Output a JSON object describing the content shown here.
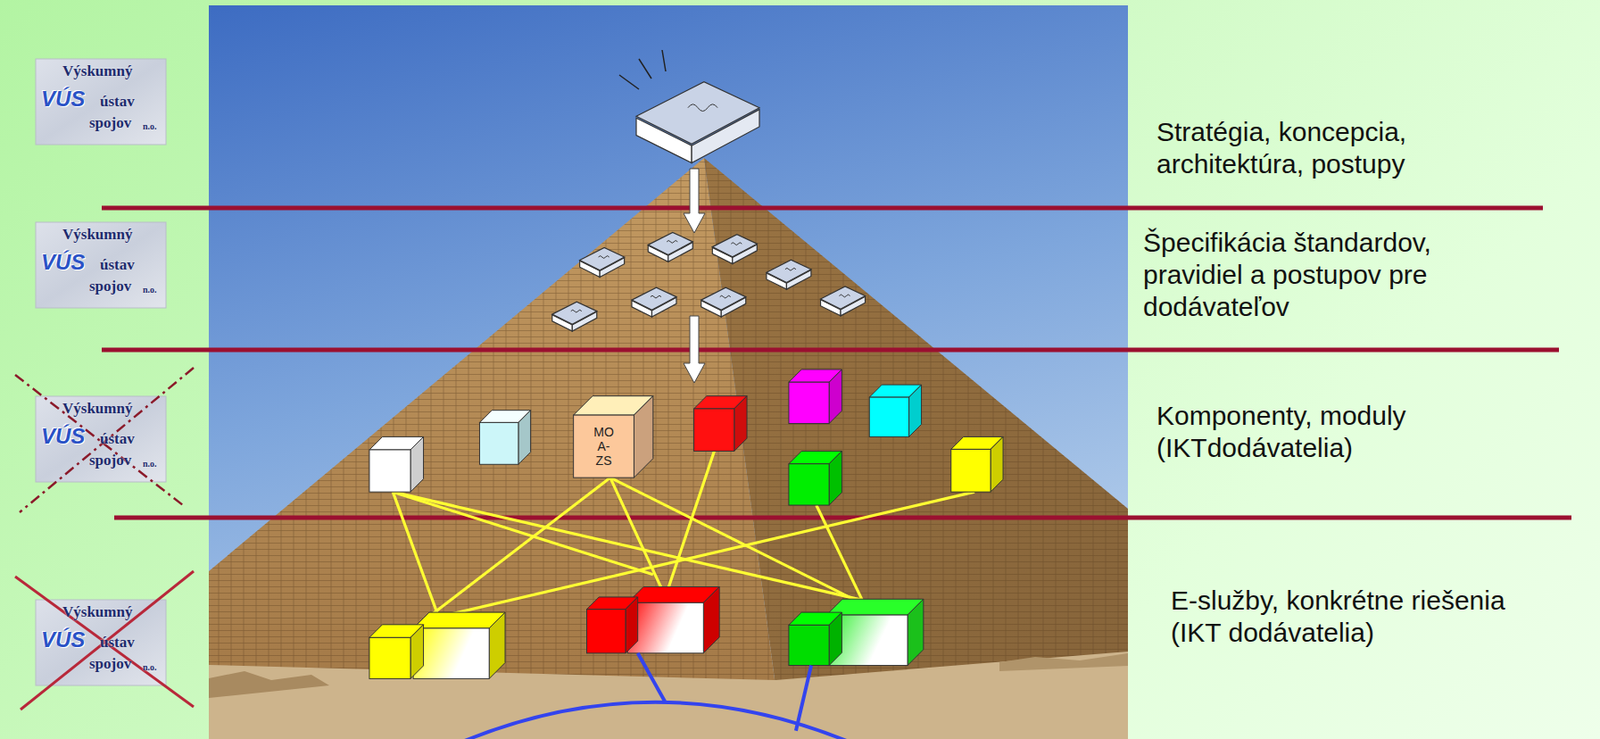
{
  "diagram": {
    "nodes": [
      {
        "text": [
          "Výskumný",
          "VÚS",
          "ústav",
          "spojov",
          "n.o."
        ]
      },
      {
        "text": [
          "Výskumný",
          "VÚS",
          "ústav",
          "spojov",
          "n.o."
        ]
      },
      {
        "text": [
          "Výskumný",
          "VÚS",
          "ústav",
          "spojov",
          "n.o."
        ]
      },
      {
        "text": [
          "MO A- ZS"
        ]
      },
      {
        "text": [
          "Výskumný",
          "VÚS",
          "ústav",
          "spojov",
          "n.o."
        ]
      }
    ],
    "labels": [
      "Stratégia, koncepcia, architektúra, postupy",
      "Špecifikácia štandardov, pravidiel a postupov pre dodávateľov",
      "Komponenty, moduly (IKTdodávatelia)",
      "E-služby, konkrétne riešenia (IKT dodávatelia)"
    ]
  }
}
